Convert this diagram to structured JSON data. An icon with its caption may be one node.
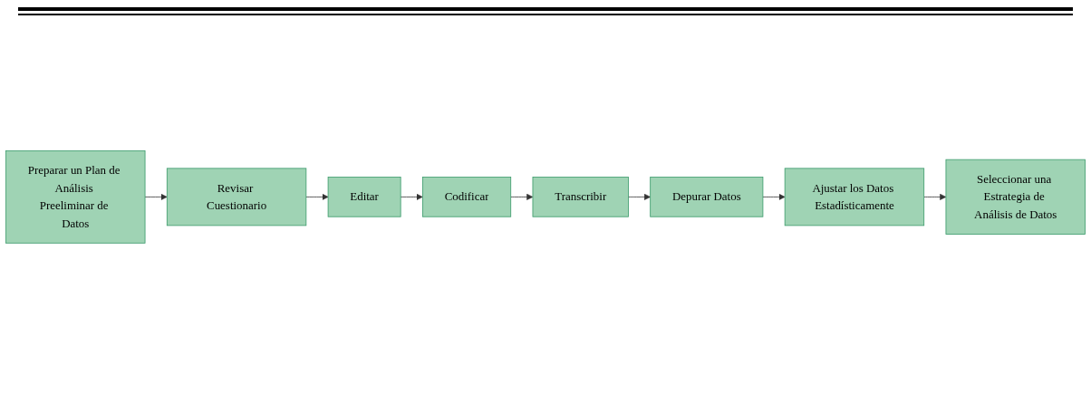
{
  "diagram": {
    "nodes": [
      {
        "text": [
          "Preparar un Plan de Análisis Preeliminar de Datos"
        ]
      },
      {
        "text": [
          "Revisar Cuestionario"
        ]
      },
      {
        "text": [
          "Editar"
        ]
      },
      {
        "text": [
          "Codificar"
        ]
      },
      {
        "text": [
          "Transcribir"
        ]
      },
      {
        "text": [
          "Depurar Datos"
        ]
      },
      {
        "text": [
          "Ajustar los Datos Estadísticamente"
        ]
      },
      {
        "text": [
          "Seleccionar una Estrategia de Análisis de Datos"
        ]
      }
    ],
    "edges": [
      {
        "from": 0,
        "to": 1,
        "arrow": "to"
      },
      {
        "from": 1,
        "to": 2,
        "arrow": "to"
      },
      {
        "from": 2,
        "to": 3,
        "arrow": "to"
      },
      {
        "from": 3,
        "to": 4,
        "arrow": "to"
      },
      {
        "from": 4,
        "to": 5,
        "arrow": "to"
      },
      {
        "from": 5,
        "to": 6,
        "arrow": "to"
      },
      {
        "from": 6,
        "to": 7,
        "arrow": "to"
      }
    ]
  }
}
